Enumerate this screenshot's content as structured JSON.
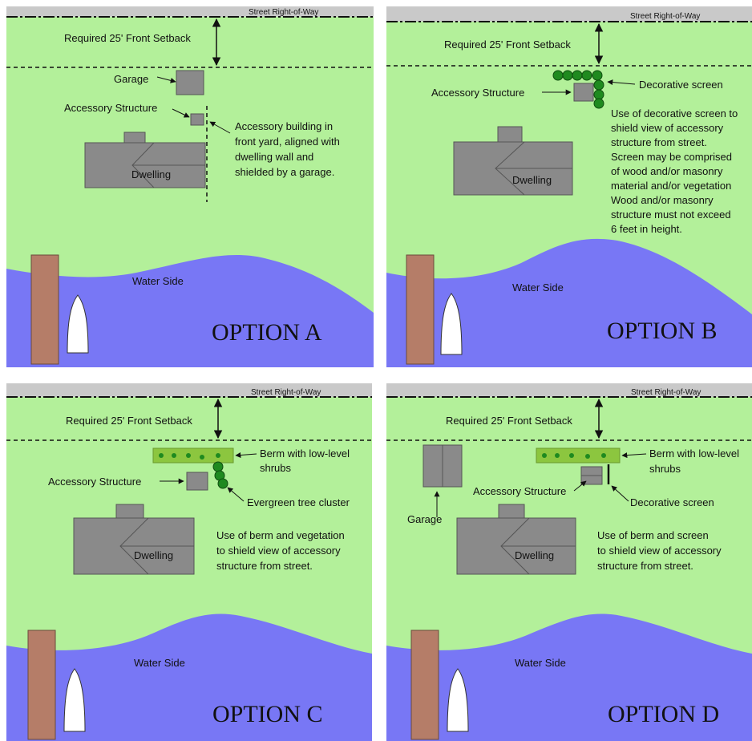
{
  "colors": {
    "lawn": "#b3f09a",
    "water": "#7877f5",
    "street": "#c9c9c9",
    "building": "#8a8a8a",
    "dock": "#b57d68",
    "shrub": "#1f8a1f",
    "berm": "#8cc63f"
  },
  "common": {
    "street": "Street Right-of-Way",
    "setback": "Required 25' Front Setback",
    "dwelling": "Dwelling",
    "water": "Water Side"
  },
  "panels": [
    {
      "option": "OPTION A",
      "labels": {
        "garage": "Garage",
        "accessory": "Accessory Structure"
      },
      "note": [
        "Accessory building in",
        "front yard, aligned with",
        "dwelling wall and",
        "shielded by a garage."
      ]
    },
    {
      "option": "OPTION B",
      "labels": {
        "accessory": "Accessory Structure",
        "screen": "Decorative screen"
      },
      "note": [
        "Use of decorative screen to",
        "shield view of accessory",
        "structure from street.",
        "Screen may be comprised",
        "of wood and/or masonry",
        "material and/or vegetation",
        "Wood and/or masonry",
        "structure must not exceed",
        "6 feet in height."
      ]
    },
    {
      "option": "OPTION C",
      "labels": {
        "accessory": "Accessory Structure",
        "berm1": "Berm with low-level",
        "berm2": "shrubs",
        "evergreen": "Evergreen tree cluster"
      },
      "note": [
        "Use of berm and vegetation",
        "to shield view of accessory",
        "structure from street."
      ]
    },
    {
      "option": "OPTION D",
      "labels": {
        "garage": "Garage",
        "accessory": "Accessory Structure",
        "berm1": "Berm with low-level",
        "berm2": "shrubs",
        "screen": "Decorative screen"
      },
      "note": [
        "Use of berm and screen",
        "to shield view of accessory",
        "structure from street."
      ]
    }
  ]
}
